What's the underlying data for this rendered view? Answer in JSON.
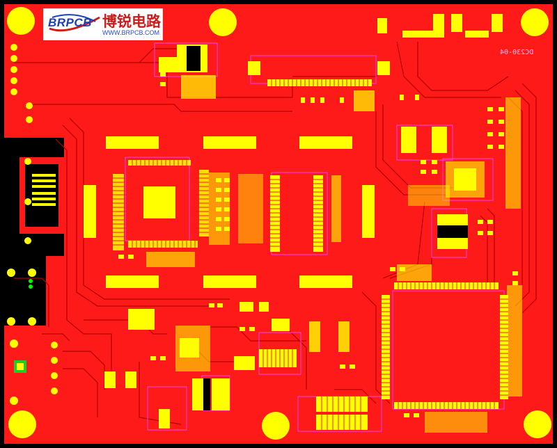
{
  "board": {
    "id_label": "DC230-04",
    "colors": {
      "copper": "#ff1a1a",
      "pad": "#ffff00",
      "silk": "#ff40ff",
      "trace": "#cc0000",
      "background": "#000000",
      "via": "#00ff00"
    }
  },
  "logo": {
    "brand": "BRPCB",
    "chinese_name": "博锐电路",
    "url": "WWW.BRPCB.COM"
  }
}
